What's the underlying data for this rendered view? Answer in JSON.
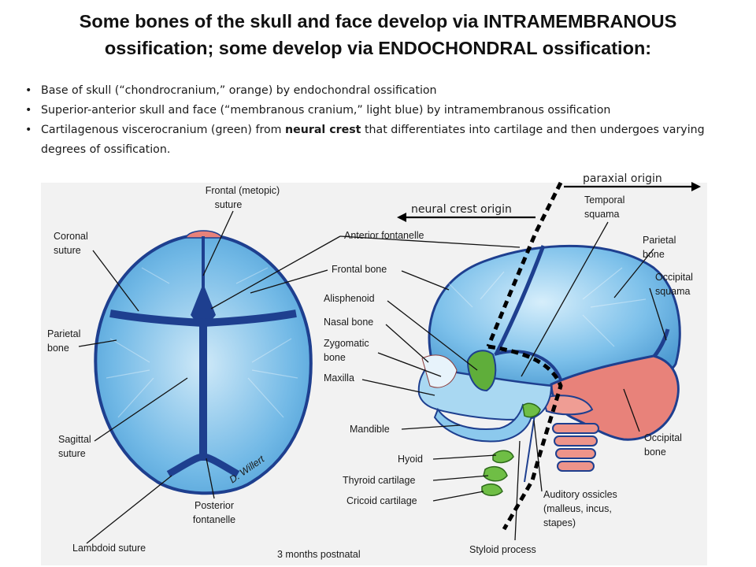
{
  "title": {
    "line1": "Some bones of the skull and face develop via INTRAMEMBRANOUS",
    "line2": "ossification; some develop via ENDOCHONDRAL ossification:"
  },
  "bullets": [
    {
      "text": "Base of skull (“chondrocranium,” orange) by endochondral ossification"
    },
    {
      "text": "Superior-anterior skull and face (“membranous cranium,” light blue) by intramembranous ossification"
    },
    {
      "pre": "Cartilagenous viscerocranium (green) from ",
      "bold": "neural crest",
      "post": " that differentiates into cartilage and then undergoes varying degrees of ossification."
    }
  ],
  "origins": {
    "paraxial": "paraxial origin",
    "neural_crest": "neural crest origin"
  },
  "labels": {
    "frontal_metopic_1": "Frontal (metopic)",
    "frontal_metopic_2": "suture",
    "coronal_1": "Coronal",
    "coronal_2": "suture",
    "parietal_top_1": "Parietal",
    "parietal_top_2": "bone",
    "sagittal_1": "Sagittal",
    "sagittal_2": "suture",
    "posterior_fontanelle_1": "Posterior",
    "posterior_fontanelle_2": "fontanelle",
    "lambdoid": "Lambdoid suture",
    "anterior_fontanelle": "Anterior fontanelle",
    "frontal_bone": "Frontal bone",
    "alisphenoid": "Alisphenoid",
    "nasal_bone": "Nasal bone",
    "zygomatic_1": "Zygomatic",
    "zygomatic_2": "bone",
    "maxilla": "Maxilla",
    "mandible": "Mandible",
    "hyoid": "Hyoid",
    "thyroid_cartilage": "Thyroid cartilage",
    "cricoid_cartilage": "Cricoid cartilage",
    "styloid_process": "Styloid process",
    "temporal_squama_1": "Temporal",
    "temporal_squama_2": "squama",
    "parietal_side_1": "Parietal",
    "parietal_side_2": "bone",
    "occipital_squama_1": "Occipital",
    "occipital_squama_2": "squama",
    "occipital_bone_1": "Occipital",
    "occipital_bone_2": "bone",
    "auditory_1": "Auditory ossicles",
    "auditory_2": "(malleus, incus,",
    "auditory_3": "stapes)",
    "age": "3 months postnatal",
    "signature": "D. Willert"
  },
  "colors": {
    "membranous": "#6fb8e6",
    "suture": "#1e3f8f",
    "chondro": "#e8827a",
    "visceral": "#5fae3a"
  }
}
